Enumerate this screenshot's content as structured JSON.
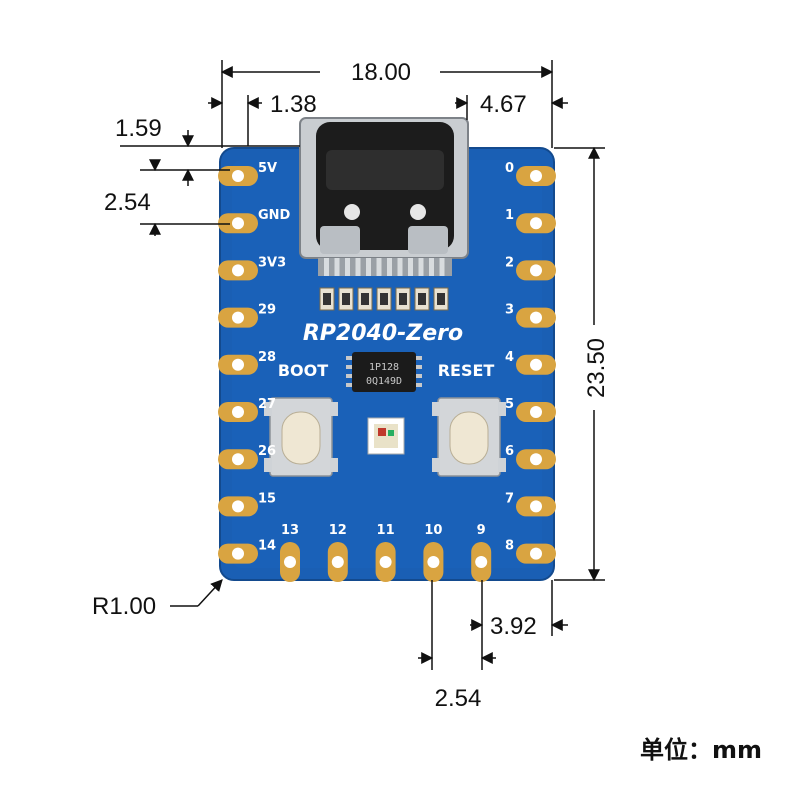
{
  "board": {
    "title": "RP2040-Zero",
    "boot_label": "BOOT",
    "reset_label": "RESET",
    "chip_line1": "1P128",
    "chip_line2": "0Q149D",
    "colors": {
      "pcb": "#1a5fb4",
      "gold": "#d9a441",
      "silk": "#ffffff"
    },
    "left_pins": [
      "5V",
      "GND",
      "3V3",
      "29",
      "28",
      "27",
      "26",
      "15",
      "14"
    ],
    "right_pins": [
      "0",
      "1",
      "2",
      "3",
      "4",
      "5",
      "6",
      "7",
      "8"
    ],
    "bottom_pins": [
      "13",
      "12",
      "11",
      "10",
      "9"
    ]
  },
  "dimensions": {
    "width": "18.00",
    "usb_left_offset": "1.38",
    "usb_right_offset": "4.67",
    "top_edge_offset": "1.59",
    "pin_pitch_left": "2.54",
    "height": "23.50",
    "corner_radius": "R1.00",
    "right_offset_bottom": "3.92",
    "pin_pitch_bottom": "2.54"
  },
  "unit_label": "单位：mm"
}
